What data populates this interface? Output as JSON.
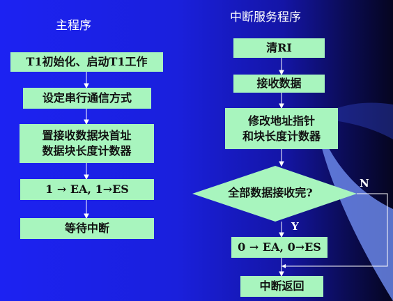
{
  "main_program": {
    "title": "主程序",
    "steps": [
      "T1初始化、启动T1工作",
      "设定串行通信方式",
      "置接收数据块首址\n数据块长度计数器",
      "1 → EA, 1→ES",
      "等待中断"
    ]
  },
  "isr": {
    "title": "中断服务程序",
    "steps": [
      "清RI",
      "接收数据",
      "修改地址指针\n和块长度计数器"
    ],
    "decision": "全部数据接收完?",
    "branch_no": "N",
    "branch_yes": "Y",
    "after_steps": [
      "0 → EA, 0→ES",
      "中断返回"
    ]
  },
  "colors": {
    "box_fill": "#a8f5be",
    "background": "#1c22f2",
    "arrow": "#ffffff"
  }
}
